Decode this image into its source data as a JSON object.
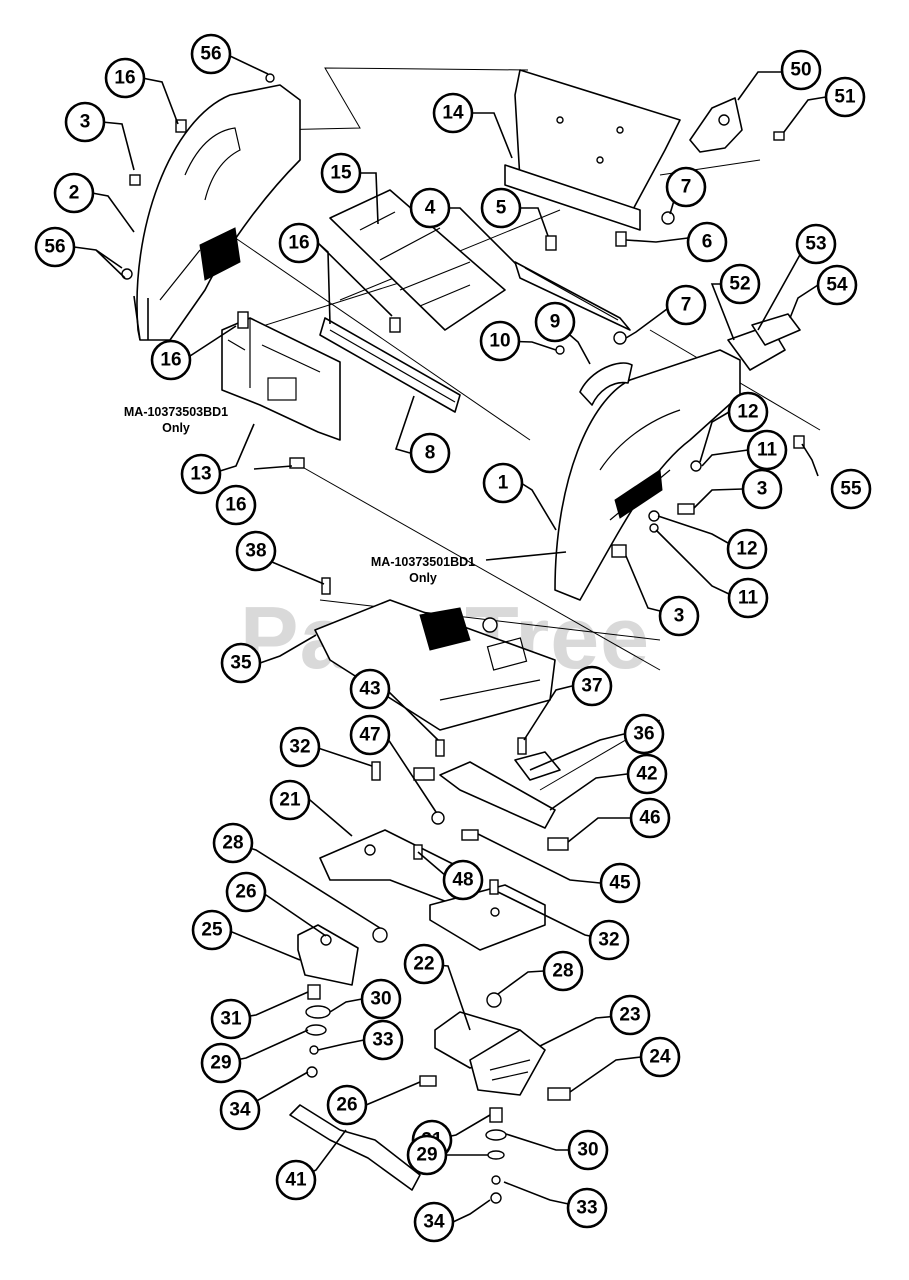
{
  "watermark": "PartsTree",
  "notes": {
    "left_model": "MA-10373503BD1",
    "left_suffix": "Only",
    "right_model": "MA-10373501BD1",
    "right_suffix": "Only"
  },
  "callouts": [
    {
      "id": "c-56-top",
      "label": "56"
    },
    {
      "id": "c-16-top",
      "label": "16"
    },
    {
      "id": "c-3-left",
      "label": "3"
    },
    {
      "id": "c-2",
      "label": "2"
    },
    {
      "id": "c-56-left",
      "label": "56"
    },
    {
      "id": "c-16-mid",
      "label": "16"
    },
    {
      "id": "c-13",
      "label": "13"
    },
    {
      "id": "c-16-low",
      "label": "16"
    },
    {
      "id": "c-15",
      "label": "15"
    },
    {
      "id": "c-16-plate",
      "label": "16"
    },
    {
      "id": "c-8",
      "label": "8"
    },
    {
      "id": "c-14",
      "label": "14"
    },
    {
      "id": "c-4",
      "label": "4"
    },
    {
      "id": "c-5",
      "label": "5"
    },
    {
      "id": "c-6",
      "label": "6"
    },
    {
      "id": "c-7-top",
      "label": "7"
    },
    {
      "id": "c-7-mid",
      "label": "7"
    },
    {
      "id": "c-50",
      "label": "50"
    },
    {
      "id": "c-51",
      "label": "51"
    },
    {
      "id": "c-53",
      "label": "53"
    },
    {
      "id": "c-54",
      "label": "54"
    },
    {
      "id": "c-52",
      "label": "52"
    },
    {
      "id": "c-9",
      "label": "9"
    },
    {
      "id": "c-10",
      "label": "10"
    },
    {
      "id": "c-12-top",
      "label": "12"
    },
    {
      "id": "c-11-top",
      "label": "11"
    },
    {
      "id": "c-55",
      "label": "55"
    },
    {
      "id": "c-1",
      "label": "1"
    },
    {
      "id": "c-3-right",
      "label": "3"
    },
    {
      "id": "c-12-low",
      "label": "12"
    },
    {
      "id": "c-11-low",
      "label": "11"
    },
    {
      "id": "c-3-low",
      "label": "3"
    },
    {
      "id": "c-38",
      "label": "38"
    },
    {
      "id": "c-35",
      "label": "35"
    },
    {
      "id": "c-43",
      "label": "43"
    },
    {
      "id": "c-37",
      "label": "37"
    },
    {
      "id": "c-36",
      "label": "36"
    },
    {
      "id": "c-42",
      "label": "42"
    },
    {
      "id": "c-46",
      "label": "46"
    },
    {
      "id": "c-32-top",
      "label": "32"
    },
    {
      "id": "c-47",
      "label": "47"
    },
    {
      "id": "c-21",
      "label": "21"
    },
    {
      "id": "c-28-left",
      "label": "28"
    },
    {
      "id": "c-48",
      "label": "48"
    },
    {
      "id": "c-45",
      "label": "45"
    },
    {
      "id": "c-32-low",
      "label": "32"
    },
    {
      "id": "c-26-top",
      "label": "26"
    },
    {
      "id": "c-25",
      "label": "25"
    },
    {
      "id": "c-22",
      "label": "22"
    },
    {
      "id": "c-28-right",
      "label": "28"
    },
    {
      "id": "c-30-left",
      "label": "30"
    },
    {
      "id": "c-31-left",
      "label": "31"
    },
    {
      "id": "c-23",
      "label": "23"
    },
    {
      "id": "c-29-left",
      "label": "29"
    },
    {
      "id": "c-33-left",
      "label": "33"
    },
    {
      "id": "c-24",
      "label": "24"
    },
    {
      "id": "c-34-left",
      "label": "34"
    },
    {
      "id": "c-26-low",
      "label": "26"
    },
    {
      "id": "c-31-low",
      "label": "31"
    },
    {
      "id": "c-30-low",
      "label": "30"
    },
    {
      "id": "c-41",
      "label": "41"
    },
    {
      "id": "c-29-low",
      "label": "29"
    },
    {
      "id": "c-33-low",
      "label": "33"
    },
    {
      "id": "c-34-low",
      "label": "34"
    }
  ]
}
